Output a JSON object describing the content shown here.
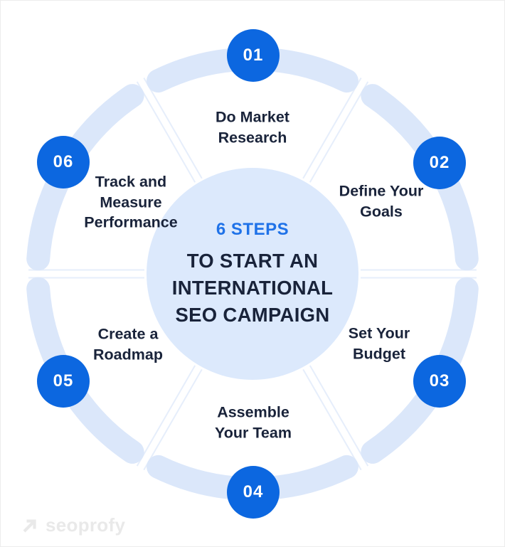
{
  "center": {
    "kicker": "6 STEPS",
    "title_lines": [
      "TO START AN",
      "INTERNATIONAL",
      "SEO CAMPAIGN"
    ]
  },
  "steps": [
    {
      "number": "01",
      "lines": [
        "Do Market",
        "Research"
      ]
    },
    {
      "number": "02",
      "lines": [
        "Define Your",
        "Goals"
      ]
    },
    {
      "number": "03",
      "lines": [
        "Set Your",
        "Budget"
      ]
    },
    {
      "number": "04",
      "lines": [
        "Assemble",
        "Your Team"
      ]
    },
    {
      "number": "05",
      "lines": [
        "Create a",
        "Roadmap"
      ]
    },
    {
      "number": "06",
      "lines": [
        "Track and",
        "Measure",
        "Performance"
      ]
    }
  ],
  "logo_text": "seoprofy",
  "colors": {
    "step_badge_blue": "#0c67e0",
    "kicker_blue": "#1f72e8",
    "heading_navy": "#19233a",
    "ring_light_blue": "#dbe7fa",
    "divider_light_blue": "#e6eefb",
    "center_circle_bg": "#dce9fc",
    "logo_gray": "#e9e9e9"
  }
}
